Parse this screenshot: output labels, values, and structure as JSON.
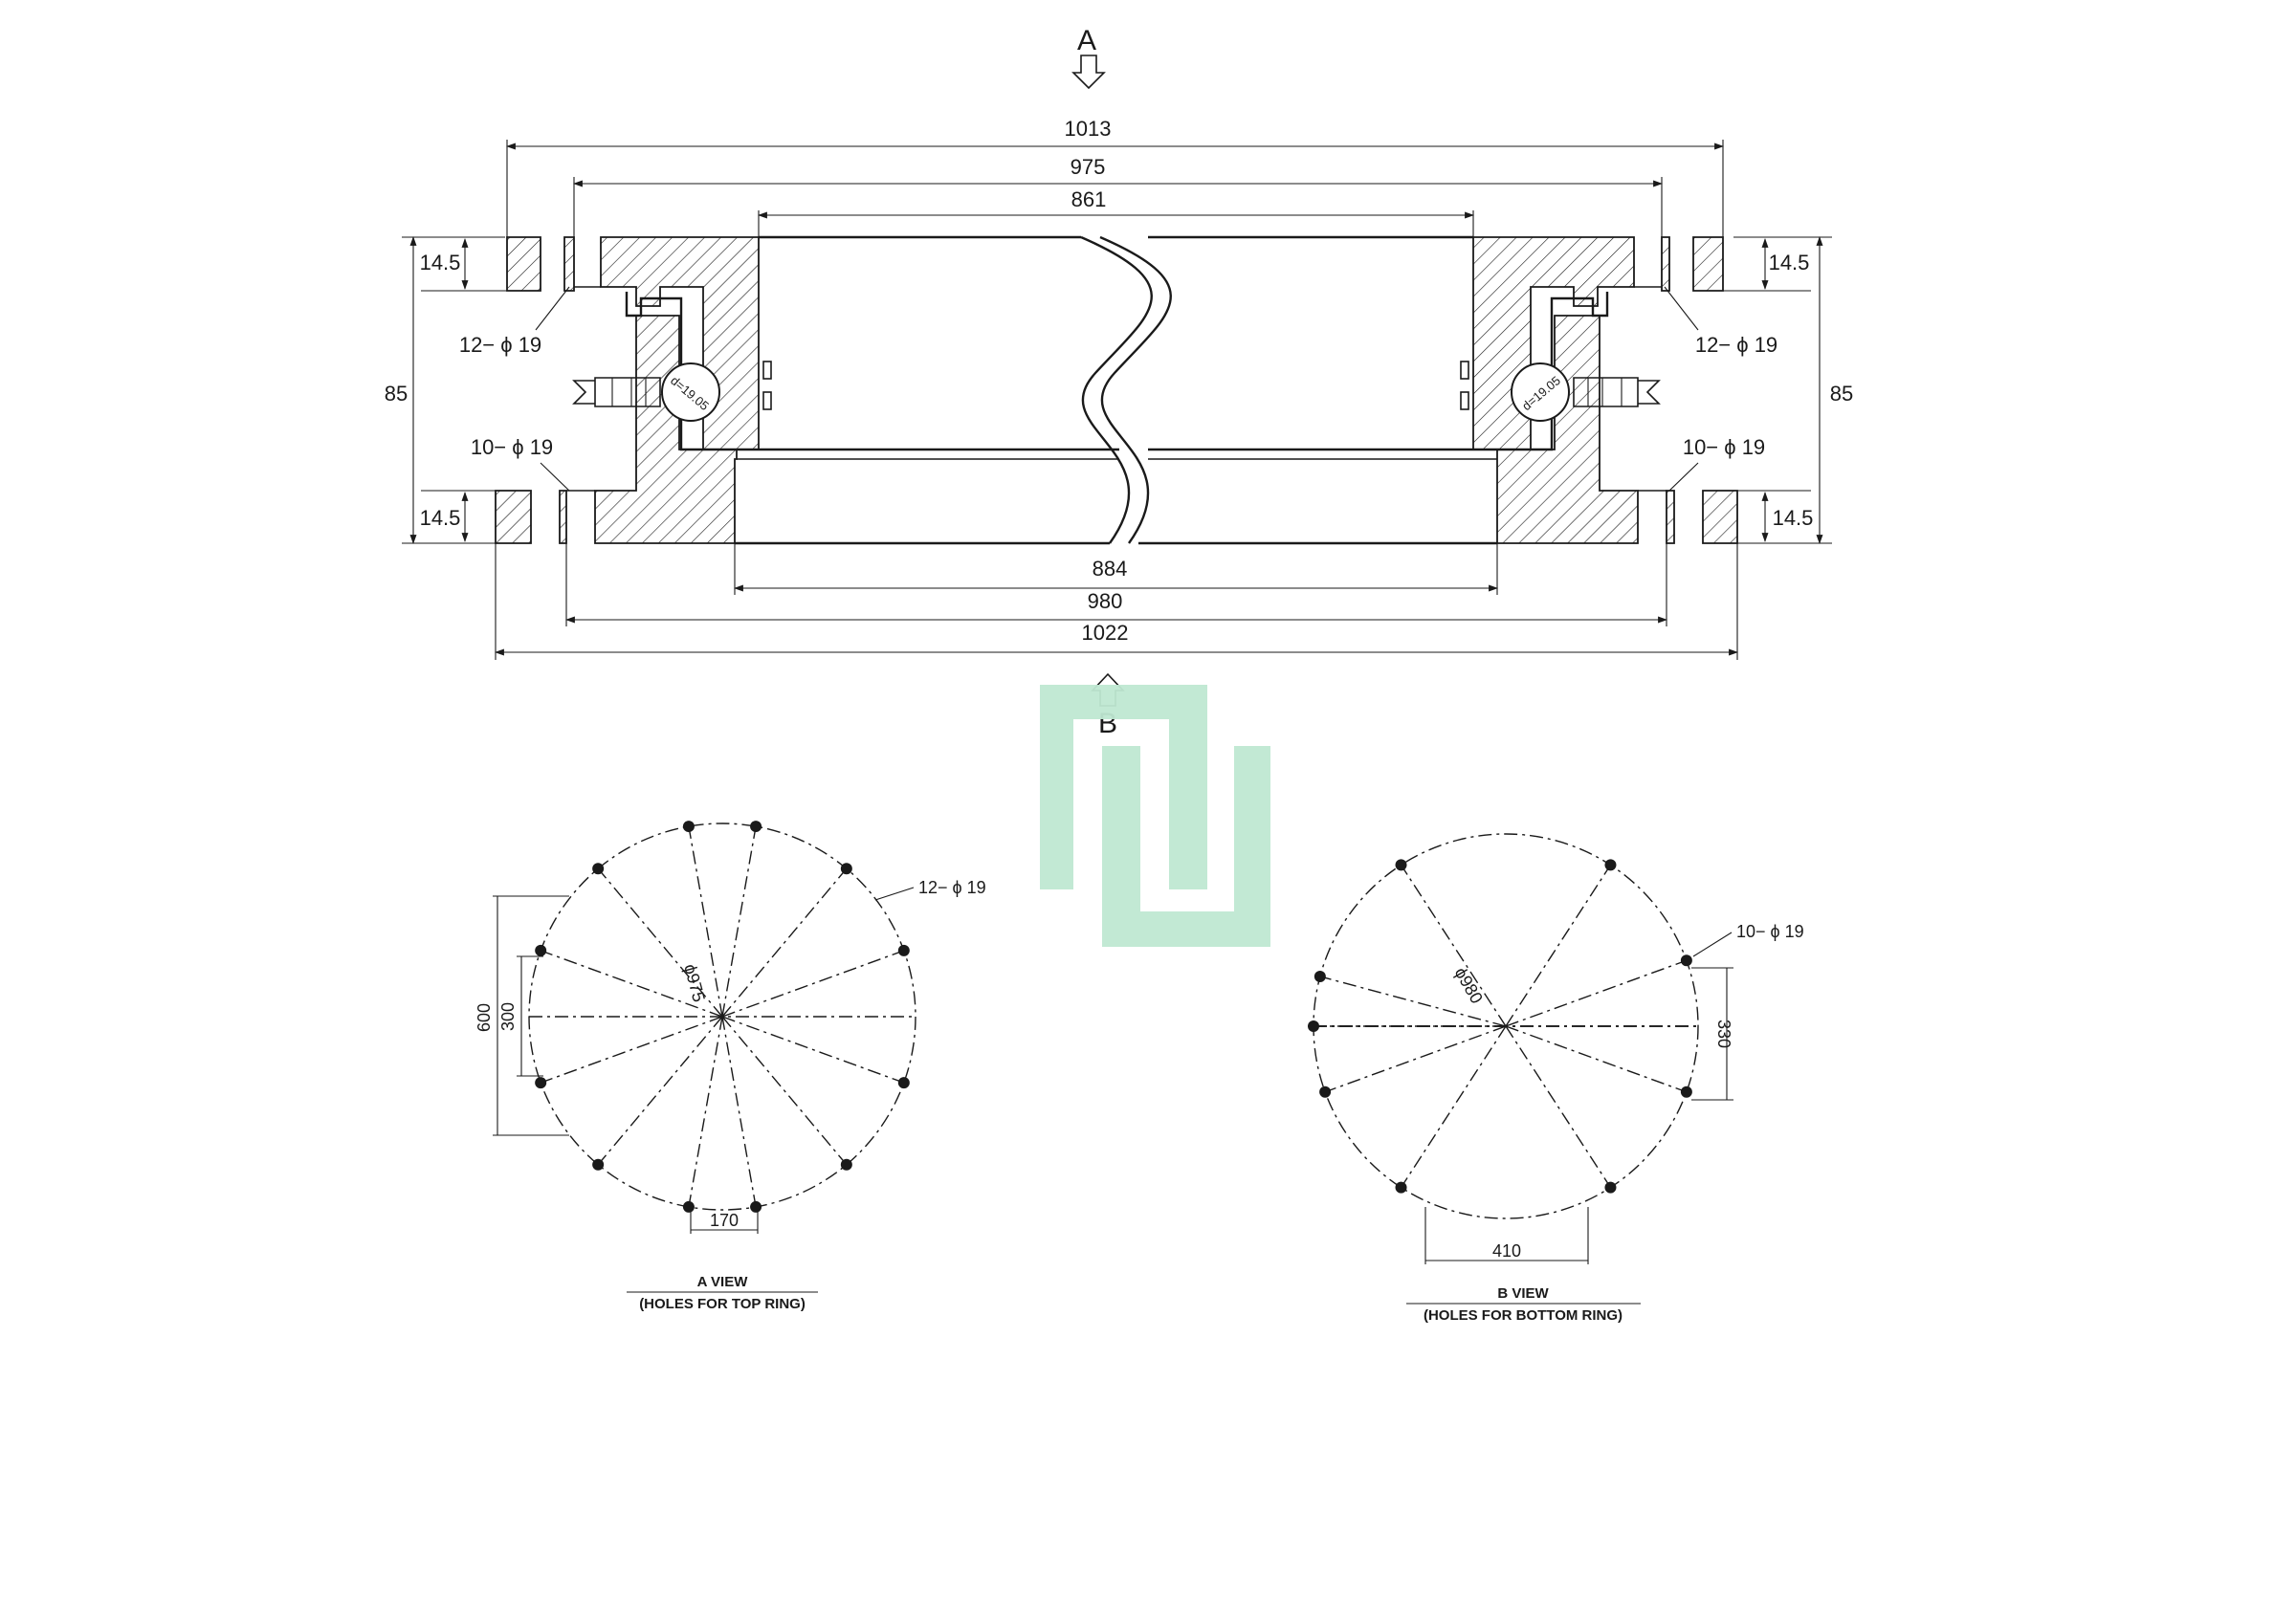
{
  "section": {
    "view_markers": {
      "top": "A",
      "bottom": "B"
    },
    "dims_top": [
      "1013",
      "975",
      "861"
    ],
    "dims_bottom": [
      "884",
      "980",
      "1022"
    ],
    "height_left": "85",
    "height_right": "85",
    "flange_thickness": "14.5",
    "top_holes_callout": "12− ϕ 19",
    "bottom_holes_callout": "10− ϕ 19",
    "ball_size": "d=19.05"
  },
  "view_a": {
    "callout": "12− ϕ 19",
    "pcd": "ϕ975",
    "dim_600": "600",
    "dim_300": "300",
    "dim_170": "170",
    "title": "A VIEW",
    "subtitle": "(HOLES FOR TOP RING)"
  },
  "view_b": {
    "callout": "10− ϕ 19",
    "pcd": "ϕ980",
    "dim_330": "330",
    "dim_410": "410",
    "title": "B VIEW",
    "subtitle": "(HOLES FOR BOTTOM RING)"
  },
  "watermark": {
    "color": "#bfe8d2",
    "icon": "logo-mark-icon"
  }
}
